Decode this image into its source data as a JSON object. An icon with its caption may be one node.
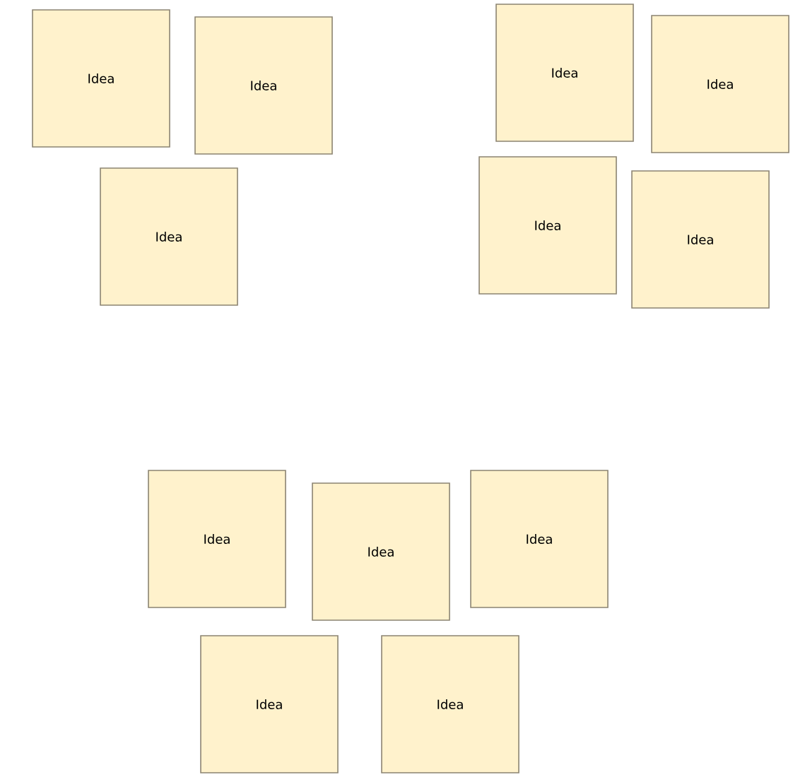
{
  "diagram": {
    "nodes": [
      {
        "text": [
          "Idea"
        ]
      },
      {
        "text": [
          "Idea"
        ]
      },
      {
        "text": [
          "Idea"
        ]
      },
      {
        "text": [
          "Idea"
        ]
      },
      {
        "text": [
          "Idea"
        ]
      },
      {
        "text": [
          "Idea"
        ]
      },
      {
        "text": [
          "Idea"
        ]
      },
      {
        "text": [
          "Idea"
        ]
      },
      {
        "text": [
          "Idea"
        ]
      },
      {
        "text": [
          "Idea"
        ]
      },
      {
        "text": [
          "Idea"
        ]
      },
      {
        "text": [
          "Idea"
        ]
      }
    ]
  }
}
